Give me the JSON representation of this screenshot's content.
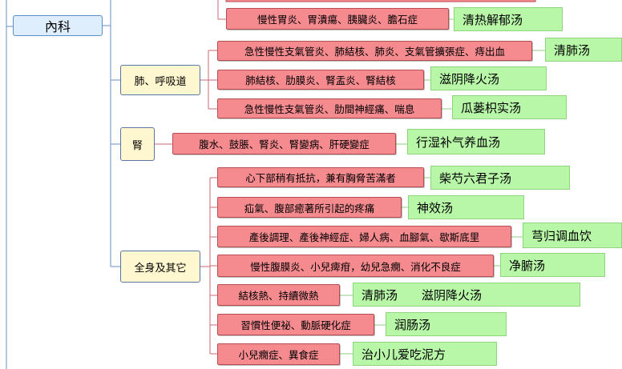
{
  "root": {
    "label": "內科"
  },
  "categories": [
    {
      "id": "lung",
      "label": "肺、呼吸道"
    },
    {
      "id": "kidney",
      "label": "腎"
    },
    {
      "id": "general",
      "label": "全身及其它"
    }
  ],
  "rows": [
    {
      "symptom": "慢性胃炎、胃潰瘍、胰臟炎、膽石症",
      "remedy": "清热解郁汤"
    },
    {
      "symptom": "急性慢性支氣管炎、肺結核、肺炎、支氣管擴張症、痔出血",
      "remedy": "清肺汤"
    },
    {
      "symptom": "肺結核、肋膜炎、腎盂炎、腎結核",
      "remedy": "滋阴降火汤"
    },
    {
      "symptom": "急性慢性支氣管炎、肋間神經痛、喘息",
      "remedy": "瓜蒌枳实汤"
    },
    {
      "symptom": "腹水、鼓脹、腎炎、腎變病、肝硬變症",
      "remedy": "行湿补气养血汤"
    },
    {
      "symptom": "心下部稍有抵抗，兼有胸脅苦滿者",
      "remedy": "柴芍六君子汤"
    },
    {
      "symptom": "疝氣、腹部癒著所引起的疼痛",
      "remedy": "神效汤"
    },
    {
      "symptom": "產後調理、產後神經症、婦人病、血腳氣、歇斯底里",
      "remedy": "芎归调血饮"
    },
    {
      "symptom": "慢性腹膜炎、小兒痺疳，幼兒急癇、消化不良症",
      "remedy": "净腑汤"
    },
    {
      "symptom": "結核熱、持續微熱",
      "remedy": "清肺汤　　滋阴降火汤"
    },
    {
      "symptom": "習慣性便祕、動脈硬化症",
      "remedy": "润肠汤"
    },
    {
      "symptom": "小兒癇症、異食症",
      "remedy": "治小儿爱吃泥方"
    }
  ]
}
